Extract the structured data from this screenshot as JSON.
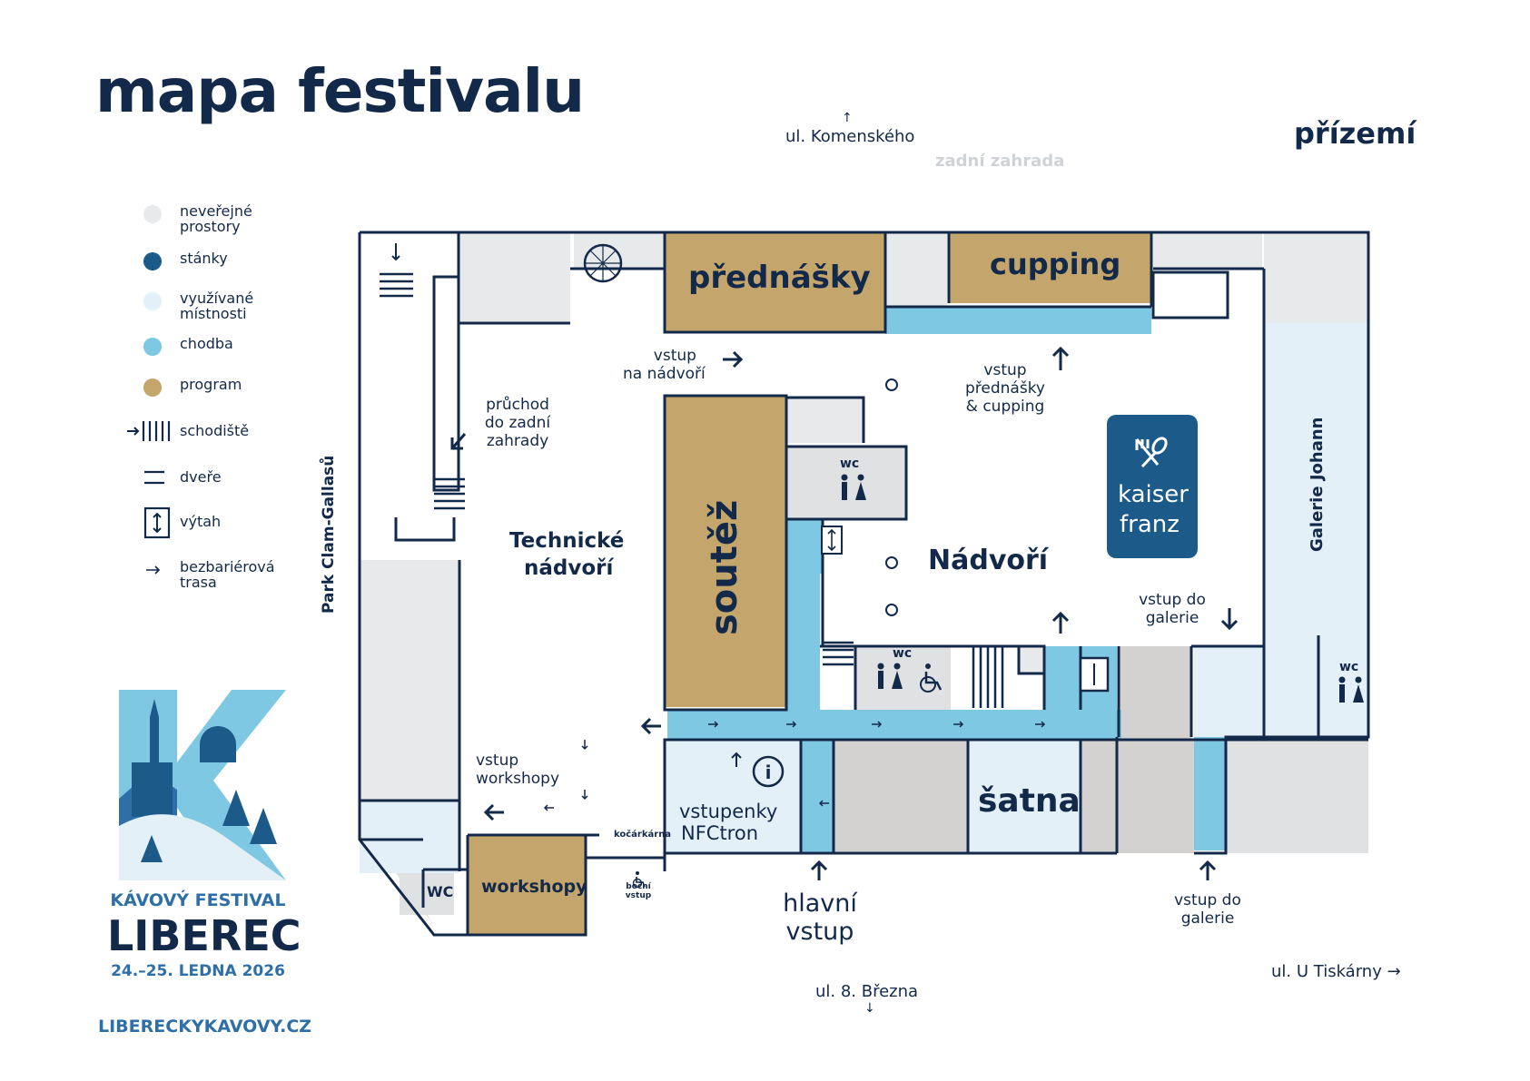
{
  "title": "mapa festivalu",
  "floor": "přízemí",
  "streets": {
    "north_arrow": "↑",
    "north": "ul. Komenského",
    "north_area": "zadní zahrada",
    "west": "Park Clam-Gallasů",
    "south": "ul. 8. Března",
    "south_arrow": "↓",
    "east": "ul. U Tiskárny →"
  },
  "legend": [
    {
      "label": "neveřejné prostory",
      "color": "#e8e9ea",
      "type": "dot"
    },
    {
      "label": "stánky",
      "color": "#1c5a8a",
      "type": "dot"
    },
    {
      "label": "využívané místnosti",
      "color": "#e4f0f8",
      "type": "dot"
    },
    {
      "label": "chodba",
      "color": "#7fc8e4",
      "type": "dot"
    },
    {
      "label": "program",
      "color": "#c4a56c",
      "type": "dot"
    },
    {
      "label": "schodiště",
      "icon": "stairs-icon"
    },
    {
      "label": "dveře",
      "icon": "door-icon"
    },
    {
      "label": "výtah",
      "icon": "elevator-icon"
    },
    {
      "label": "bezbariérová trasa",
      "icon": "arrow-right-icon"
    }
  ],
  "rooms": {
    "prednasky": "přednášky",
    "cupping": "cupping",
    "soutez": "soutěž",
    "workshopy": "workshopy",
    "satna": "šatna",
    "nadvori": "Nádvoří",
    "technicke_1": "Technické",
    "technicke_2": "nádvoří",
    "kaiser_1": "kaiser",
    "kaiser_2": "franz",
    "galerie_johann": "Galerie Johann",
    "wc": "WC",
    "wc_lower": "wc",
    "vstupenky_1": "vstupenky",
    "vstupenky_2": "NFCtron",
    "kocarkarna": "kočárkárna"
  },
  "labels": {
    "vstup_nadvori_1": "vstup",
    "vstup_nadvori_2": "na nádvoří",
    "vstup_prednasky_1": "vstup",
    "vstup_prednasky_2": "přednášky",
    "vstup_prednasky_3": "& cupping",
    "pruchod_1": "průchod",
    "pruchod_2": "do zadní",
    "pruchod_3": "zahrady",
    "vstup_galerie_1": "vstup do",
    "vstup_galerie_2": "galerie",
    "vstup_workshopy_1": "vstup",
    "vstup_workshopy_2": "workshopy",
    "hlavni_1": "hlavní",
    "hlavni_2": "vstup",
    "vstup_galerie_s_1": "vstup do",
    "vstup_galerie_s_2": "galerie",
    "bocni_1": "boční",
    "bocni_2": "vstup"
  },
  "logo": {
    "letter": "K",
    "line1": "KÁVOVÝ FESTIVAL",
    "line2": "LIBEREC",
    "line3": "24.–25. LEDNA 2026",
    "url": "LIBERECKYKAVOVY.CZ"
  },
  "colors": {
    "navy": "#13294a",
    "stall": "#1c5a8a",
    "program": "#c4a56c",
    "corridor": "#7fc8e4",
    "used": "#e4f0f8",
    "private": "#e8e9ea",
    "grey_room": "#d4d2d0"
  }
}
